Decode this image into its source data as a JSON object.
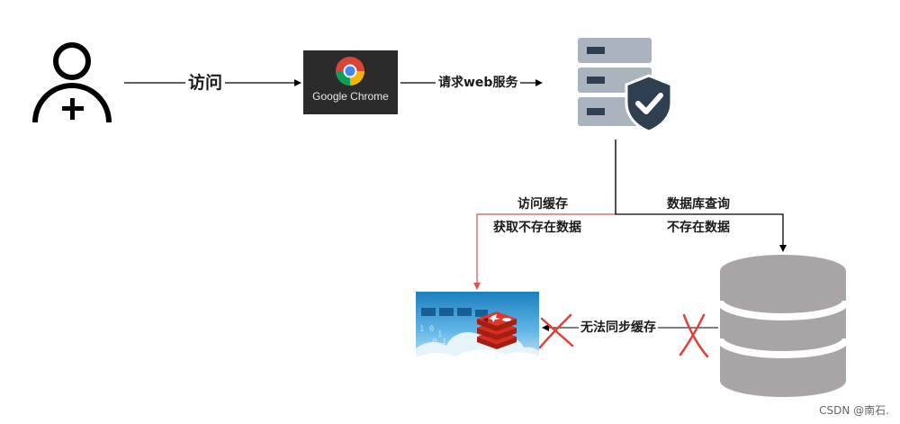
{
  "labels": {
    "visit": "访问",
    "browser_name": "Google Chrome",
    "request": "请求web服务",
    "cache_access_line1": "访问缓存",
    "cache_access_line2": "获取不存在数据",
    "db_query_line1": "数据库查询",
    "db_query_line2": "不存在数据",
    "sync_fail": "无法同步缓存"
  },
  "watermark": "CSDN @南石.",
  "icons": {
    "user": "user-add-icon",
    "browser": "chrome-logo",
    "server": "server-shield-icon",
    "cache": "redis-logo",
    "database": "database-icon",
    "fail_mark": "red-cross"
  },
  "colors": {
    "line": "#000000",
    "cache_line": "#d9534f",
    "cross": "#e0403a",
    "server": "#aab4bf",
    "shield": "#2e3f51",
    "database": "#a9a4a6"
  }
}
